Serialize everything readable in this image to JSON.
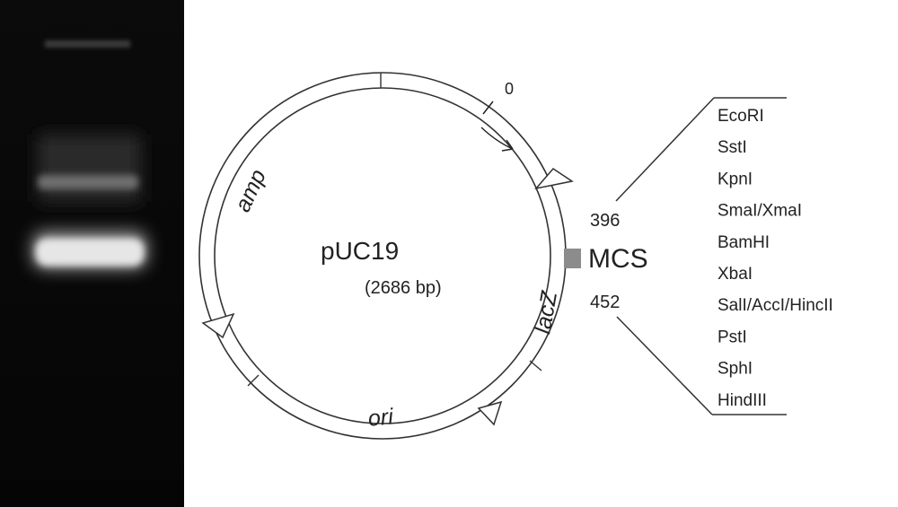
{
  "plasmid": {
    "name": "pUC19",
    "size": "(2686 bp)",
    "origin_marker": "0",
    "genes": {
      "amp": "amp",
      "ori": "ori",
      "lacz": "lacZ"
    }
  },
  "mcs": {
    "label": "MCS",
    "start": "396",
    "end": "452",
    "sites": [
      "EcoRI",
      "SstI",
      "KpnI",
      "SmaI/XmaI",
      "BamHI",
      "XbaI",
      "SalI/AccI/HincII",
      "PstI",
      "SphI",
      "HindIII"
    ]
  }
}
